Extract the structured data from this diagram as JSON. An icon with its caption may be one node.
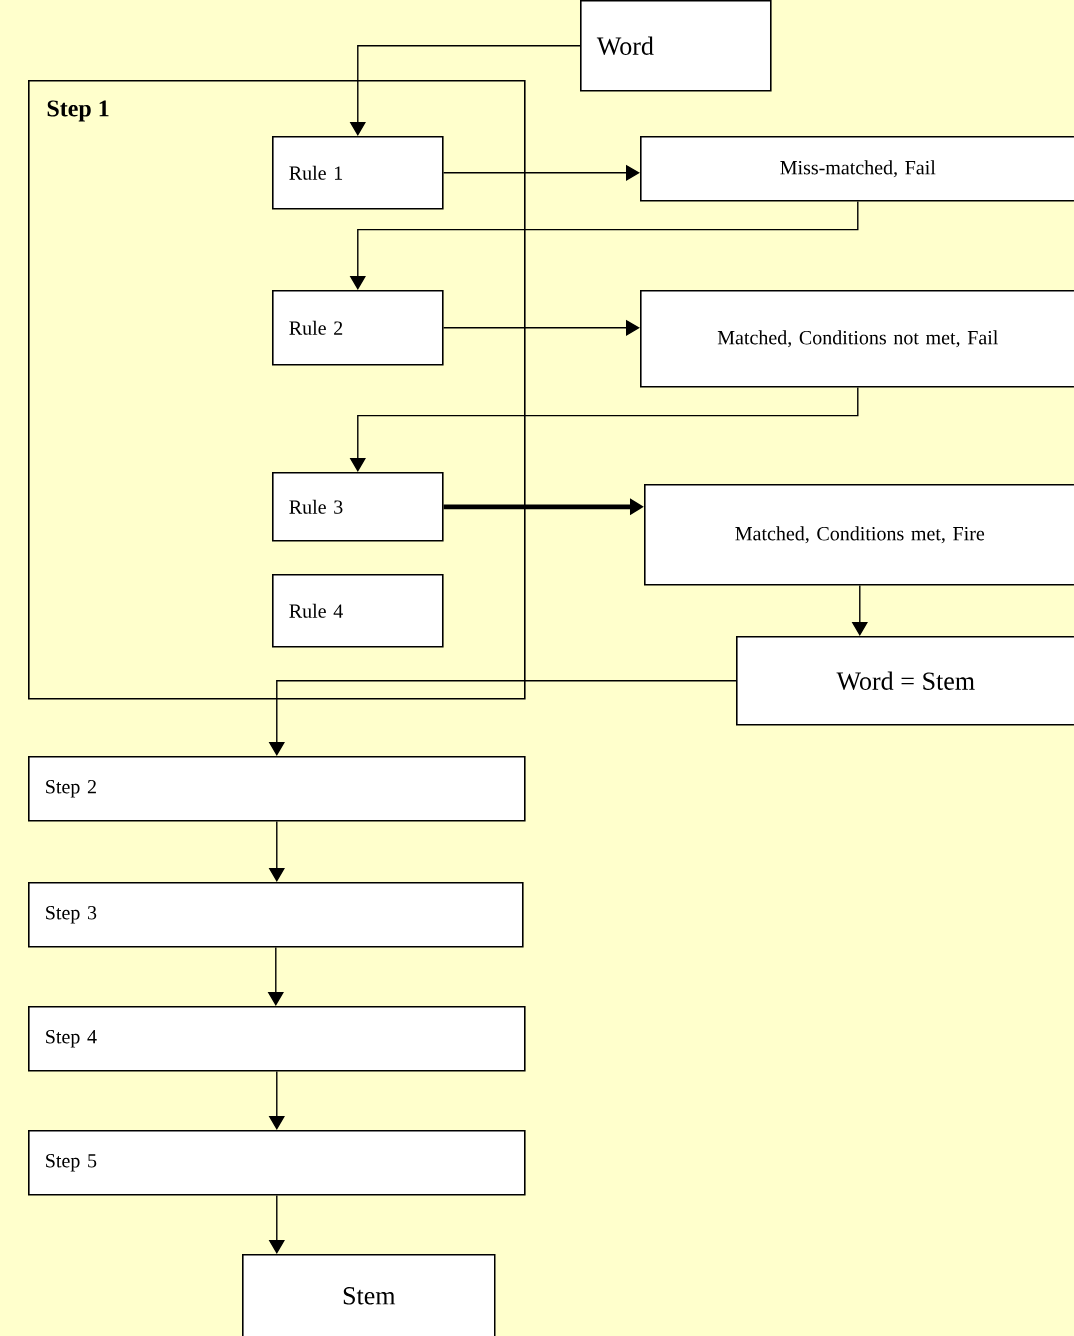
{
  "diagram": {
    "nodes": [
      {
        "text": [
          "Word"
        ]
      },
      {
        "text": [
          "Step 1"
        ]
      },
      {
        "text": [
          "Rule 1"
        ],
        "in": 1
      },
      {
        "text": [
          "Rule 2"
        ],
        "in": 1
      },
      {
        "text": [
          "Rule 3"
        ],
        "in": 1
      },
      {
        "text": [
          "Rule 4"
        ],
        "in": 1
      },
      {
        "text": [
          "Miss-matched, Fail"
        ]
      },
      {
        "text": [
          "Matched, Conditions not met, Fail"
        ]
      },
      {
        "text": [
          "Matched, Conditions met, Fire"
        ]
      },
      {
        "text": [
          "Word = Stem"
        ]
      },
      {
        "text": [
          "Step 2"
        ]
      },
      {
        "text": [
          "Step 3"
        ]
      },
      {
        "text": [
          "Step 4"
        ]
      },
      {
        "text": [
          "Step 5"
        ]
      },
      {
        "text": [
          "Stem"
        ]
      }
    ],
    "edges": [
      {
        "from": 0,
        "to": 2,
        "arrow": "to"
      },
      {
        "from": 2,
        "to": 6,
        "arrow": "to"
      },
      {
        "from": 6,
        "to": 3,
        "arrow": "to"
      },
      {
        "from": 3,
        "to": 7,
        "arrow": "to"
      },
      {
        "from": 7,
        "to": 4,
        "arrow": "to"
      },
      {
        "from": 4,
        "to": 8,
        "arrow": "to",
        "style": "thick"
      },
      {
        "from": 8,
        "to": 9,
        "arrow": "to"
      },
      {
        "from": 9,
        "to": 10,
        "arrow": "to"
      },
      {
        "from": 10,
        "to": 11,
        "arrow": "to"
      },
      {
        "from": 11,
        "to": 12,
        "arrow": "to"
      },
      {
        "from": 12,
        "to": 13,
        "arrow": "to"
      },
      {
        "from": 13,
        "to": 14,
        "arrow": "to"
      }
    ]
  }
}
